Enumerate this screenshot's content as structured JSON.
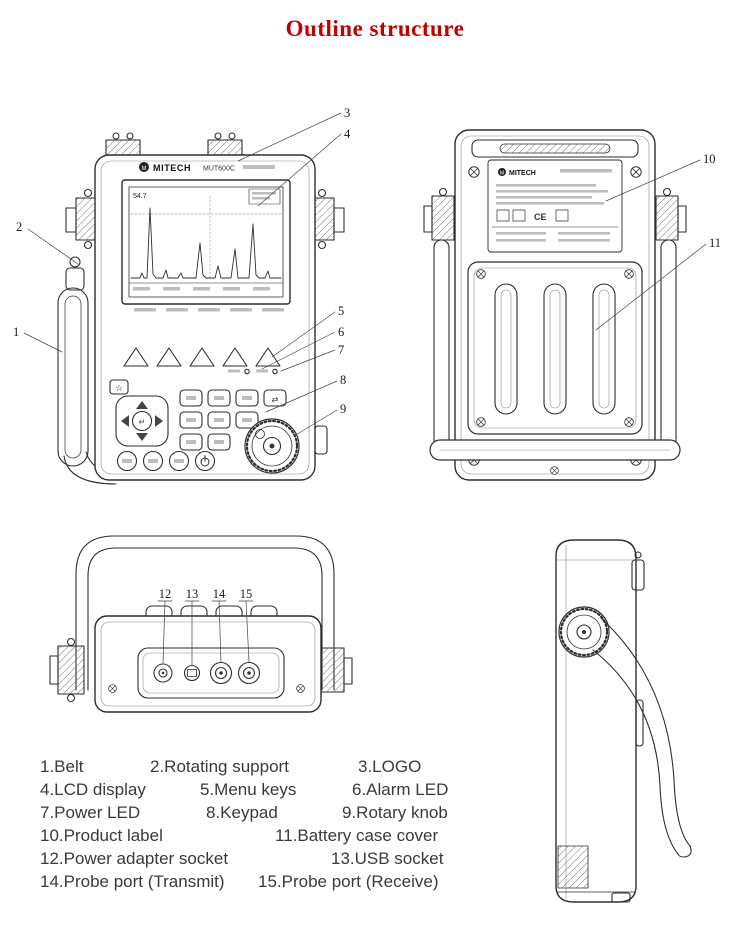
{
  "page": {
    "title": "Outline structure"
  },
  "device": {
    "brand": "MITECH",
    "logo_letter": "M",
    "model": "MUT600C",
    "screen_reading": "54.7",
    "ce_mark": "CE"
  },
  "icons": {
    "star": "☆",
    "enter": "↵",
    "swap": "⇄"
  },
  "callouts": {
    "c1": "1",
    "c2": "2",
    "c3": "3",
    "c4": "4",
    "c5": "5",
    "c6": "6",
    "c7": "7",
    "c8": "8",
    "c9": "9",
    "c10": "10",
    "c11": "11",
    "c12": "12",
    "c13": "13",
    "c14": "14",
    "c15": "15"
  },
  "legend": {
    "items": [
      "1.Belt",
      "2.Rotating support",
      "3.LOGO",
      "4.LCD display",
      "5.Menu keys",
      "6.Alarm LED",
      "7.Power LED",
      "8.Keypad",
      "9.Rotary knob",
      "10.Product label",
      "11.Battery case cover",
      "12.Power adapter socket",
      "13.USB socket",
      "14.Probe port (Transmit)",
      "15.Probe port (Receive)"
    ]
  }
}
